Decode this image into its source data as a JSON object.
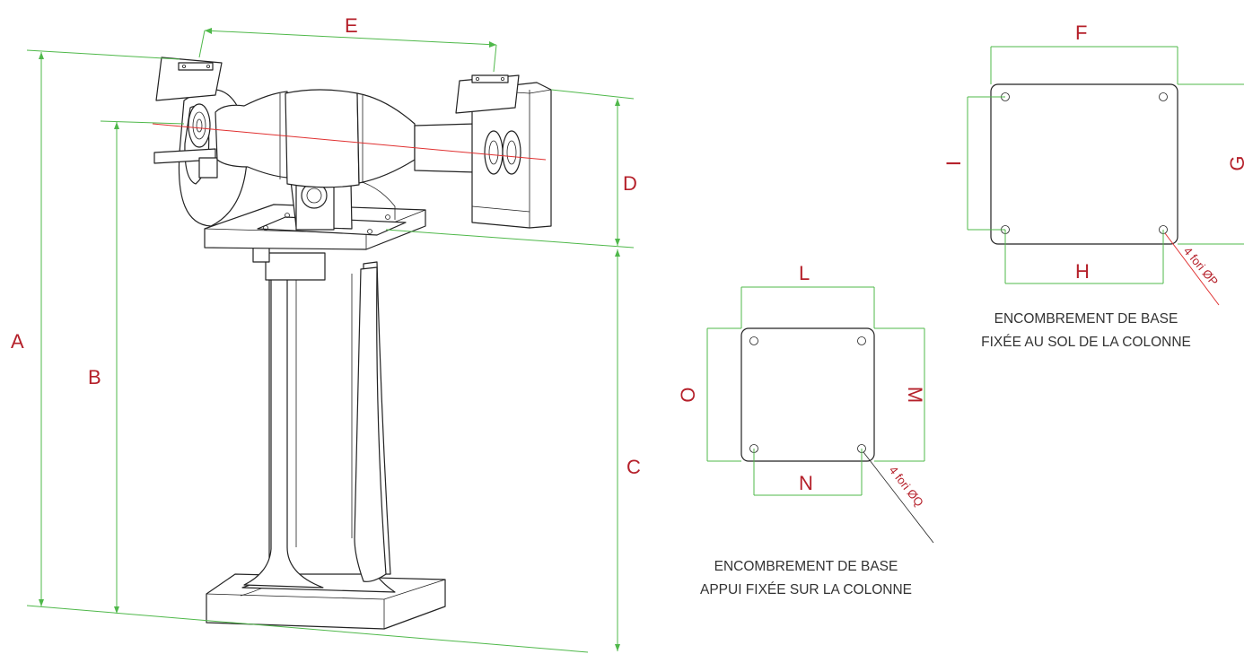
{
  "dimension_letters": {
    "A": "A",
    "B": "B",
    "C": "C",
    "D": "D",
    "E": "E",
    "F": "F",
    "G": "G",
    "H": "H",
    "I": "I",
    "L": "L",
    "M": "M",
    "N": "N",
    "O": "O"
  },
  "floor_base": {
    "caption_line1": "ENCOMBREMENT DE BASE",
    "caption_line2": "FIXÉE AU SOL DE LA COLONNE",
    "holes_label": "4 fori ØP"
  },
  "column_base": {
    "caption_line1": "ENCOMBREMENT DE BASE",
    "caption_line2": "APPUI FIXÉE SUR LA COLONNE",
    "holes_label": "4 fori  ØQ"
  },
  "colors": {
    "dimension_lines": "#4fb84a",
    "letters": "#b5202a",
    "axis": "#e03030",
    "drawing": "#222222"
  }
}
